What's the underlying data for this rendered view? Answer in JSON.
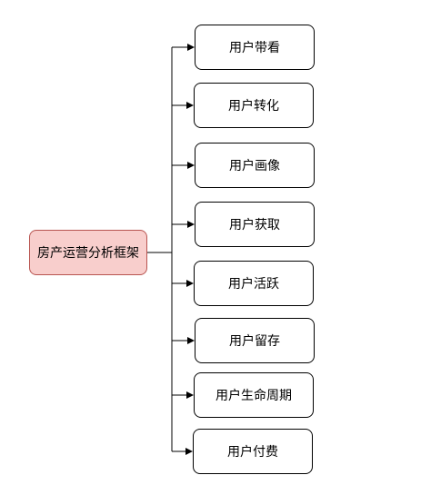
{
  "diagram": {
    "root": {
      "label": "房产运营分析框架"
    },
    "children": [
      {
        "label": "用户带看"
      },
      {
        "label": "用户转化"
      },
      {
        "label": "用户画像"
      },
      {
        "label": "用户获取"
      },
      {
        "label": "用户活跃"
      },
      {
        "label": "用户留存"
      },
      {
        "label": "用户生命周期"
      },
      {
        "label": "用户付费"
      }
    ],
    "colors": {
      "root_fill": "#f8cecc",
      "root_stroke": "#b85450",
      "child_fill": "#ffffff",
      "child_stroke": "#000000",
      "connector": "#000000"
    }
  }
}
